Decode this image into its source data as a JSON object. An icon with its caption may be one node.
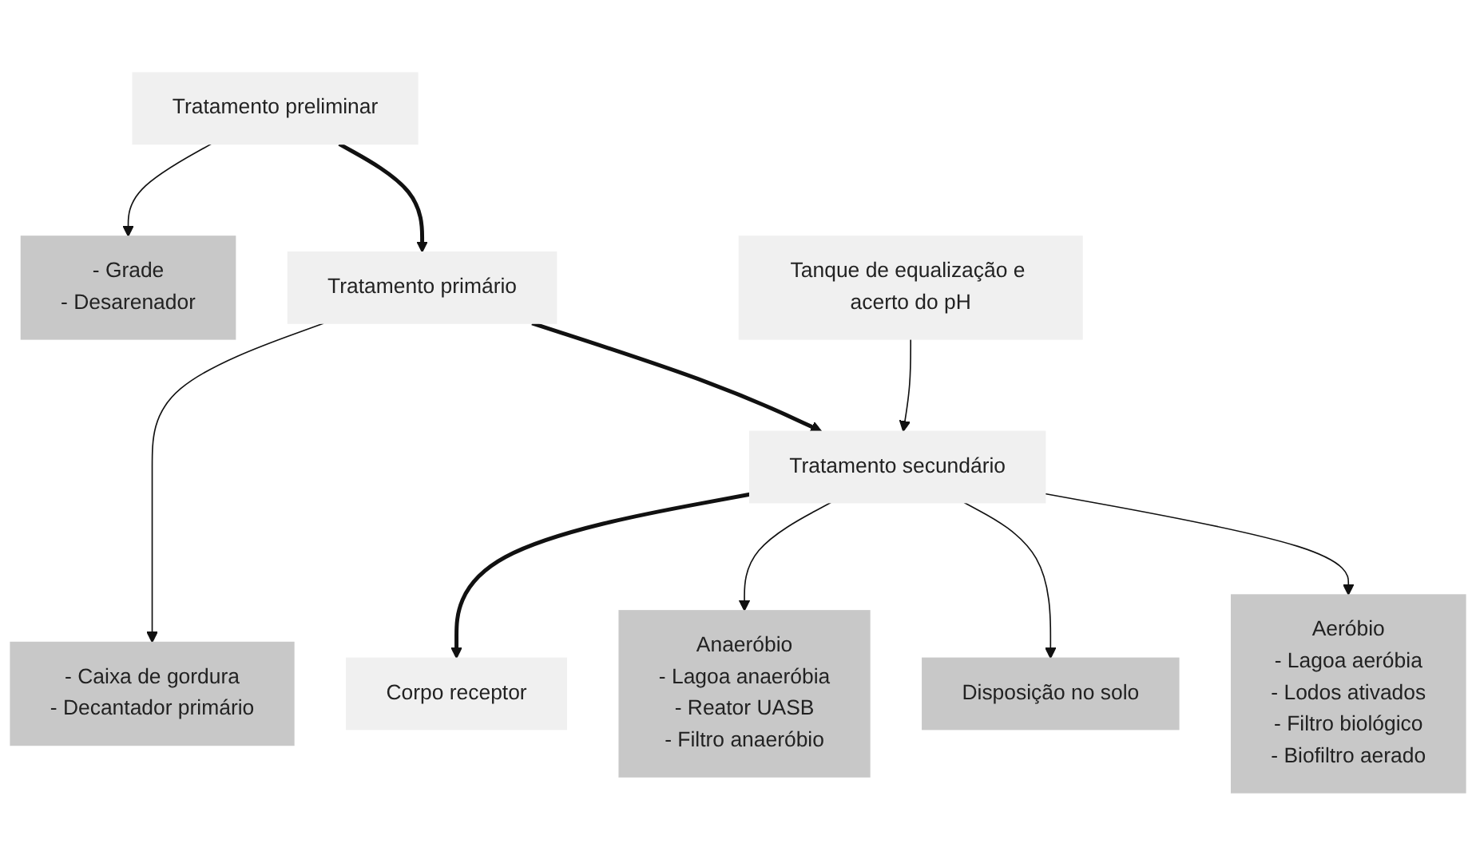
{
  "diagram": {
    "nodes": [
      {
        "text": [
          "Tratamento preliminar"
        ]
      },
      {
        "text": [
          "- Grade",
          "- Desarenador"
        ]
      },
      {
        "text": [
          "Tratamento primário"
        ]
      },
      {
        "text": [
          "- Caixa de gordura",
          "- Decantador primário"
        ]
      },
      {
        "text": [
          "Tanque de equalização e acerto do pH"
        ]
      },
      {
        "text": [
          "Tratamento secundário"
        ]
      },
      {
        "text": [
          "Corpo receptor"
        ]
      },
      {
        "text": [
          "Anaeróbio",
          "- Lagoa anaeróbia",
          "- Reator UASB",
          "- Filtro anaeróbio"
        ]
      },
      {
        "text": [
          "Disposição no solo"
        ]
      },
      {
        "text": [
          "Aeróbio",
          "- Lagoa aeróbia",
          "- Lodos ativados",
          "- Filtro biológico",
          "- Biofiltro aerado"
        ]
      }
    ],
    "edges": [
      {
        "from": 0,
        "to": 2,
        "arrow": "to",
        "style": "thick"
      },
      {
        "from": 0,
        "to": 1,
        "arrow": "to"
      },
      {
        "from": 2,
        "to": 3,
        "arrow": "to"
      },
      {
        "from": 2,
        "to": 5,
        "arrow": "to",
        "style": "thick"
      },
      {
        "from": 4,
        "to": 5,
        "arrow": "to"
      },
      {
        "from": 5,
        "to": 6,
        "arrow": "to",
        "style": "thick"
      },
      {
        "from": 5,
        "to": 7,
        "arrow": "to"
      },
      {
        "from": 5,
        "to": 8,
        "arrow": "to"
      },
      {
        "from": 5,
        "to": 9,
        "arrow": "to"
      }
    ]
  }
}
